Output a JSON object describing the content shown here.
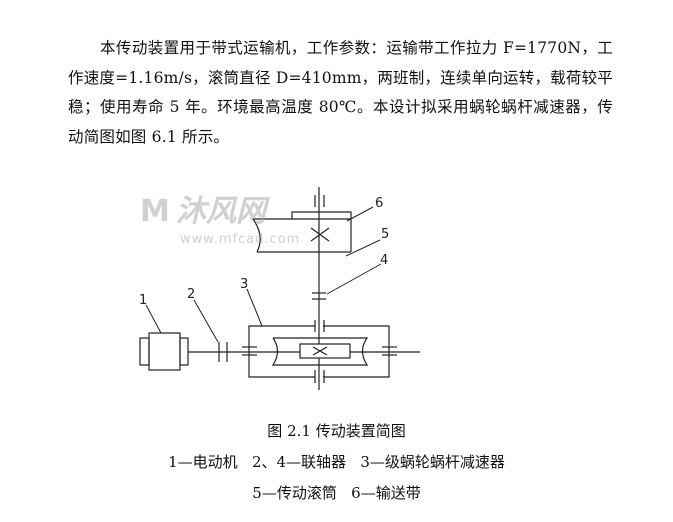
{
  "paragraph": "本传动装置用于带式运输机，工作参数：运输带工作拉力 F=1770N，工作速度=1.16m/s，滚筒直径 D=410mm，两班制，连续单向运转，载荷较平稳；使用寿命 5 年。环境最高温度 80℃。本设计拟采用蜗轮蜗杆减速器，传动简图如图 6.1 所示。",
  "diagram": {
    "labels": [
      "1",
      "2",
      "3",
      "4",
      "5",
      "6"
    ]
  },
  "watermark": {
    "text": "沐风网",
    "url": "www.mfcad.com"
  },
  "caption": {
    "title": "图 2.1 传动装置简图",
    "legend_line1": "1—电动机   2、4—联轴器   3—级蜗轮蜗杆减速器",
    "legend_line2": "5—传动滚筒   6—输送带"
  }
}
